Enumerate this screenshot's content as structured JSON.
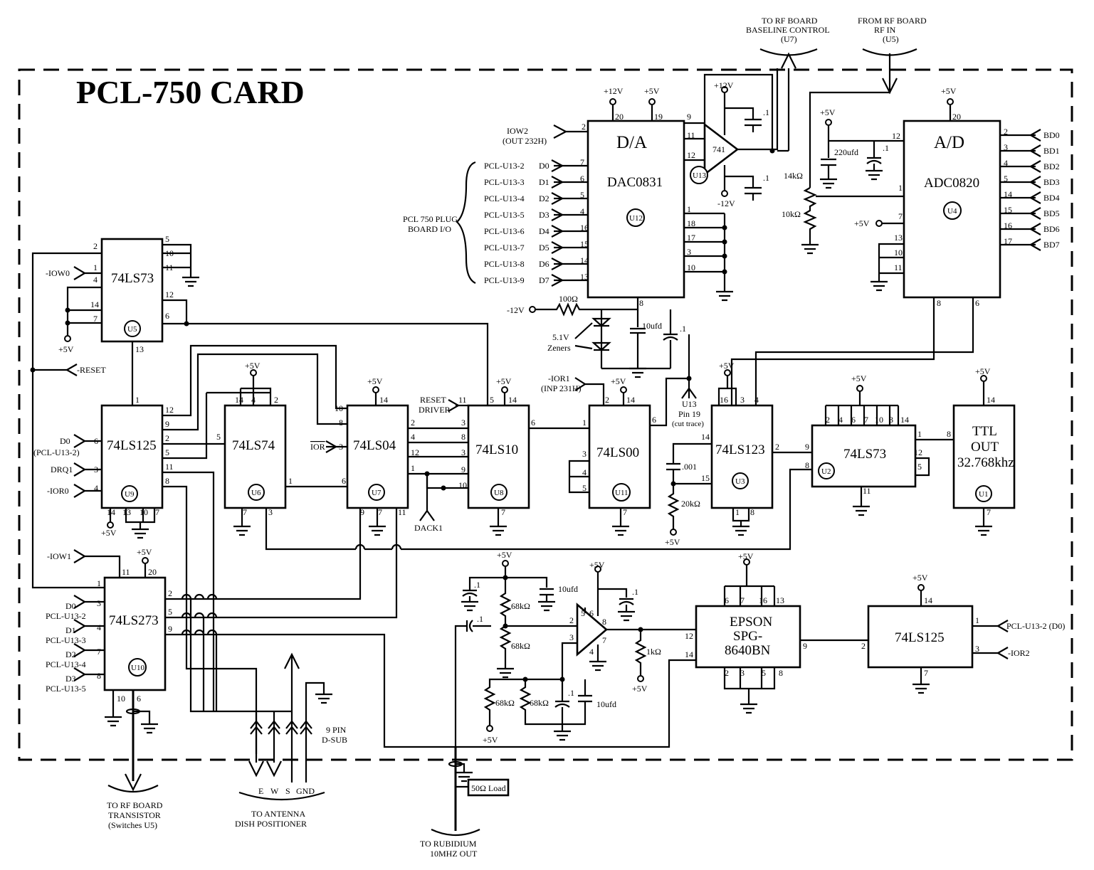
{
  "title": "PCL-750 CARD",
  "labels": {
    "to_rf_baseline": [
      "TO RF BOARD",
      "BASELINE CONTROL",
      "(U7)"
    ],
    "from_rf_in": [
      "FROM RF BOARD",
      "RF IN",
      "(U5)"
    ],
    "plug_board": [
      "PCL 750 PLUG",
      "BOARD I/O"
    ],
    "iow2": [
      "IOW2",
      "(OUT 232H)"
    ],
    "to_rf_transistor": [
      "TO RF BOARD",
      "TRANSISTOR",
      "(Switches U5)"
    ],
    "to_antenna": [
      "TO ANTENNA",
      "DISH POSITIONER"
    ],
    "to_rubidium": [
      "TO RUBIDIUM",
      "10MHZ  OUT"
    ],
    "dsub": [
      "9 PIN",
      "D-SUB"
    ],
    "ewsgnd": [
      "E",
      "W",
      "S",
      "GND"
    ],
    "zeners": [
      "5.1V",
      "Zeners"
    ],
    "u13pin19": [
      "U13",
      "Pin 19",
      "(cut trace)"
    ],
    "reset_driver": [
      "RESET",
      "DRIVER"
    ],
    "ior1": [
      "-IOR1",
      "(INP 231H)"
    ],
    "ttl": [
      "TTL",
      "OUT",
      "32.768khz"
    ],
    "reset": "-RESET",
    "iow0": "-IOW0",
    "iow1": "-IOW1",
    "ior0": "-IOR0",
    "ior": "IOR",
    "ior2": "-IOR2",
    "drq1": "DRQ1",
    "dack1": "DACK1",
    "d0_u13": [
      "D0",
      "(PCL-U13-2)"
    ],
    "pcl_u13_d0": "PCL-U13-2  (D0)",
    "load": "50Ω Load",
    "m12": "-12V",
    "p12": "+12V",
    "p5": "+5V"
  },
  "dac_inputs": [
    {
      "src": "PCL-U13-2",
      "sig": "D0",
      "pin": "7"
    },
    {
      "src": "PCL-U13-3",
      "sig": "D1",
      "pin": "6"
    },
    {
      "src": "PCL-U13-4",
      "sig": "D2",
      "pin": "5"
    },
    {
      "src": "PCL-U13-5",
      "sig": "D3",
      "pin": "4"
    },
    {
      "src": "PCL-U13-6",
      "sig": "D4",
      "pin": "16"
    },
    {
      "src": "PCL-U13-7",
      "sig": "D5",
      "pin": "15"
    },
    {
      "src": "PCL-U13-8",
      "sig": "D6",
      "pin": "14"
    },
    {
      "src": "PCL-U13-9",
      "sig": "D7",
      "pin": "13"
    }
  ],
  "adc_outputs": [
    {
      "pin": "2",
      "sig": "BD0"
    },
    {
      "pin": "3",
      "sig": "BD1"
    },
    {
      "pin": "4",
      "sig": "BD2"
    },
    {
      "pin": "5",
      "sig": "BD3"
    },
    {
      "pin": "14",
      "sig": "BD4"
    },
    {
      "pin": "15",
      "sig": "BD5"
    },
    {
      "pin": "16",
      "sig": "BD6"
    },
    {
      "pin": "17",
      "sig": "BD7"
    }
  ],
  "u10_inputs": [
    {
      "sig": "D0",
      "src": "PCL-U13-2",
      "pin": "3"
    },
    {
      "sig": "D1",
      "src": "PCL-U13-3",
      "pin": "4"
    },
    {
      "sig": "D2",
      "src": "PCL-U13-4",
      "pin": "7"
    },
    {
      "sig": "D3",
      "src": "PCL-U13-5",
      "pin": "8"
    }
  ],
  "chips": {
    "dac": {
      "top": "D/A",
      "part": "DAC0831",
      "ref": "U12"
    },
    "adc": {
      "top": "A/D",
      "part": "ADC0820",
      "ref": "U4"
    },
    "u5": {
      "part": "74LS73",
      "ref": "U5"
    },
    "u9": {
      "part": "74LS125",
      "ref": "U9"
    },
    "u6": {
      "part": "74LS74",
      "ref": "U6"
    },
    "u7": {
      "part": "74LS04",
      "ref": "U7"
    },
    "u8": {
      "part": "74LS10",
      "ref": "U8"
    },
    "u11": {
      "part": "74LS00",
      "ref": "U11"
    },
    "u3": {
      "part": "74LS123",
      "ref": "U3"
    },
    "u2": {
      "part": "74LS73",
      "ref": "U2"
    },
    "u1": {
      "ref": "U1"
    },
    "u10": {
      "part": "74LS273",
      "ref": "U10"
    },
    "epson": {
      "l1": "EPSON",
      "l2": "SPG-",
      "l3": "8640BN"
    },
    "u125b": {
      "part": "74LS125"
    },
    "op741": {
      "part": "741",
      "ref": "U13"
    }
  },
  "components": {
    "r100": "100Ω",
    "c10u": "10ufd",
    "c01": ".1",
    "c220u": "220ufd",
    "r14k": "14kΩ",
    "r10k": "10kΩ",
    "c001": ".001",
    "r20k": "20kΩ",
    "r68k": "68kΩ",
    "r1k": "1kΩ"
  }
}
